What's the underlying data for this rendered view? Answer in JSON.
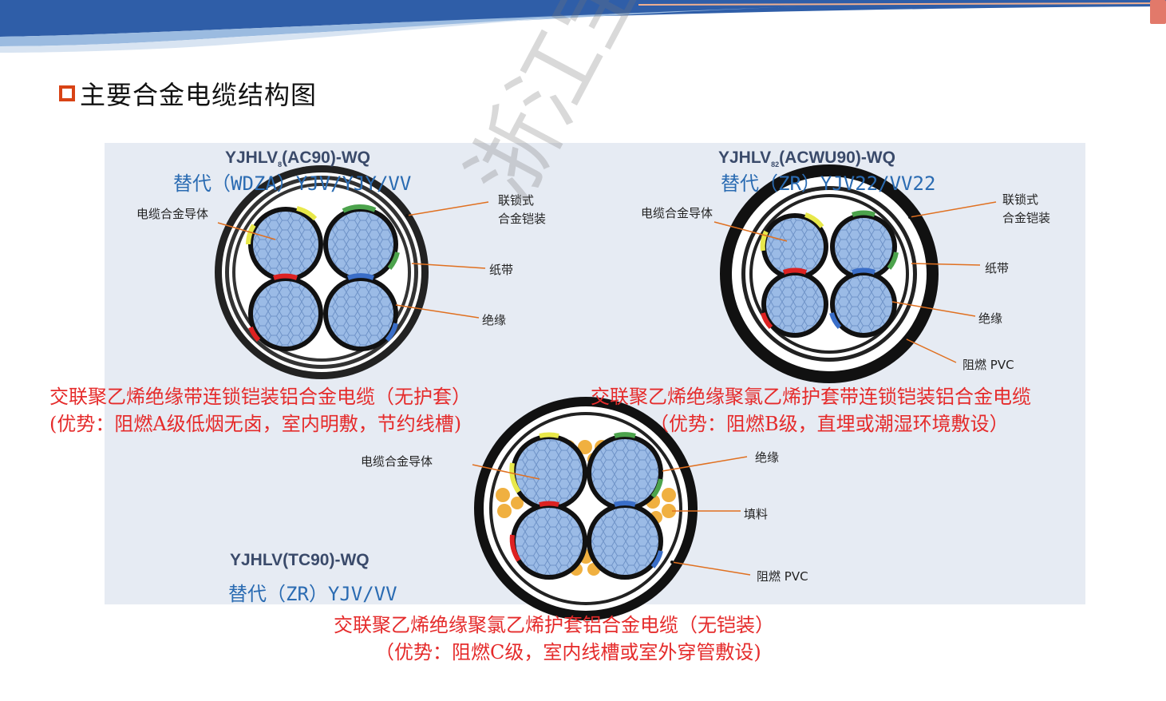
{
  "heading": "主要合金电缆结构图",
  "cables": [
    {
      "model_prefix": "YJHLV",
      "model_sub": "8",
      "model_suffix": "(AC90)-WQ",
      "alternative": "替代（WDZA）YJV/YJY/VV",
      "labels": [
        "电缆合金导体",
        "联锁式",
        "合金铠装",
        "纸带",
        "绝缘"
      ],
      "caption_line1": "交联聚乙烯绝缘带连锁铠装铝合金电缆（无护套）",
      "caption_line2": "(优势：阻燃A级低烟无卤，室内明敷，节约线槽)"
    },
    {
      "model_prefix": "YJHLV",
      "model_sub": "82",
      "model_suffix": "(ACWU90)-WQ",
      "alternative": "替代（ZR）YJV22/VV22",
      "labels": [
        "电缆合金导体",
        "联锁式",
        "合金铠装",
        "纸带",
        "绝缘",
        "阻燃 PVC"
      ],
      "caption_line1": "交联聚乙烯绝缘聚氯乙烯护套带连锁铠装铝合金电缆",
      "caption_line2": "（优势：阻燃B级，直埋或潮湿环境敷设）"
    },
    {
      "model": "YJHLV(TC90)-WQ",
      "alternative": "替代（ZR）YJV/VV",
      "labels": [
        "电缆合金导体",
        "绝缘",
        "填料",
        "阻燃 PVC"
      ],
      "caption_line1": "交联聚乙烯绝缘聚氯乙烯护套铝合金电缆（无铠装）",
      "caption_line2": "（优势：阻燃C级，室内线槽或室外穿管敷设)"
    }
  ],
  "watermark": "浙江宝泰",
  "colors": {
    "caption": "#e52b2b",
    "alternative": "#2a6bb2",
    "model": "#3a4a6a",
    "panel": "#e6ebf3",
    "bullet": "#d84315",
    "conductor": "#9bbbe6",
    "leader": "#e07020",
    "filler": "#f0b040"
  }
}
